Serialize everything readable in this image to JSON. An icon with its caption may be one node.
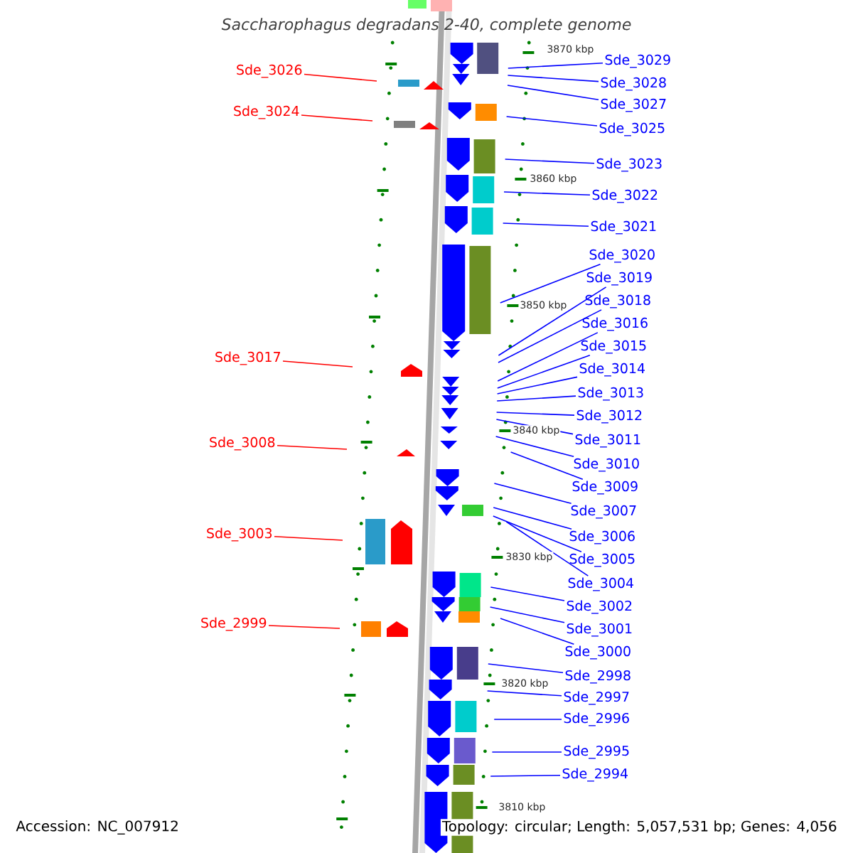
{
  "diagram": {
    "title": "Saccharophagus degradans 2-40, complete genome",
    "nodes": [
      {
        "text": [
          "Sde_3029"
        ]
      },
      {
        "text": [
          "Sde_3026"
        ]
      },
      {
        "text": [
          "Sde_3028"
        ]
      },
      {
        "text": [
          "Sde_3027"
        ]
      },
      {
        "text": [
          "Sde_3024"
        ]
      },
      {
        "text": [
          "Sde_3025"
        ]
      },
      {
        "text": [
          "Sde_3023"
        ]
      },
      {
        "text": [
          "Sde_3022"
        ]
      },
      {
        "text": [
          "Sde_3021"
        ]
      },
      {
        "text": [
          "Sde_3020"
        ]
      },
      {
        "text": [
          "Sde_3019"
        ]
      },
      {
        "text": [
          "Sde_3018"
        ]
      },
      {
        "text": [
          "Sde_3016"
        ]
      },
      {
        "text": [
          "Sde_3015"
        ]
      },
      {
        "text": [
          "Sde_3017"
        ]
      },
      {
        "text": [
          "Sde_3014"
        ]
      },
      {
        "text": [
          "Sde_3013"
        ]
      },
      {
        "text": [
          "Sde_3012"
        ]
      },
      {
        "text": [
          "Sde_3011"
        ]
      },
      {
        "text": [
          "Sde_3008"
        ]
      },
      {
        "text": [
          "Sde_3010"
        ]
      },
      {
        "text": [
          "Sde_3009"
        ]
      },
      {
        "text": [
          "Sde_3007"
        ]
      },
      {
        "text": [
          "Sde_3006"
        ]
      },
      {
        "text": [
          "Sde_3003"
        ]
      },
      {
        "text": [
          "Sde_3005"
        ]
      },
      {
        "text": [
          "Sde_3004"
        ]
      },
      {
        "text": [
          "Sde_3002"
        ]
      },
      {
        "text": [
          "Sde_3001"
        ]
      },
      {
        "text": [
          "Sde_2999"
        ]
      },
      {
        "text": [
          "Sde_3000"
        ]
      },
      {
        "text": [
          "Sde_2998"
        ]
      },
      {
        "text": [
          "Sde_2997"
        ]
      },
      {
        "text": [
          "Sde_2996"
        ]
      },
      {
        "text": [
          "Sde_2995"
        ]
      },
      {
        "text": [
          "Sde_2994"
        ]
      }
    ],
    "edges": [
      {
        "from": 0,
        "to": null,
        "arrow": "none"
      },
      {
        "from": 1,
        "to": null,
        "arrow": "none",
        "color": "#ff0000"
      },
      {
        "from": 2,
        "to": null,
        "arrow": "none"
      },
      {
        "from": 3,
        "to": null,
        "arrow": "none"
      },
      {
        "from": 4,
        "to": null,
        "arrow": "none",
        "color": "#ff0000"
      },
      {
        "from": 5,
        "to": null,
        "arrow": "none"
      },
      {
        "from": 6,
        "to": null,
        "arrow": "none"
      },
      {
        "from": 7,
        "to": null,
        "arrow": "none"
      },
      {
        "from": 8,
        "to": null,
        "arrow": "none"
      },
      {
        "from": 9,
        "to": null,
        "arrow": "none"
      },
      {
        "from": 10,
        "to": null,
        "arrow": "none"
      },
      {
        "from": 11,
        "to": null,
        "arrow": "none"
      },
      {
        "from": 12,
        "to": null,
        "arrow": "none"
      },
      {
        "from": 13,
        "to": null,
        "arrow": "none"
      },
      {
        "from": 14,
        "to": null,
        "arrow": "none",
        "color": "#ff0000"
      },
      {
        "from": 15,
        "to": null,
        "arrow": "none"
      },
      {
        "from": 16,
        "to": null,
        "arrow": "none"
      },
      {
        "from": 17,
        "to": null,
        "arrow": "none"
      },
      {
        "from": 18,
        "to": null,
        "arrow": "none"
      },
      {
        "from": 19,
        "to": null,
        "arrow": "none",
        "color": "#ff0000"
      },
      {
        "from": 20,
        "to": null,
        "arrow": "none"
      },
      {
        "from": 21,
        "to": null,
        "arrow": "none"
      },
      {
        "from": 22,
        "to": null,
        "arrow": "none"
      },
      {
        "from": 23,
        "to": null,
        "arrow": "none"
      },
      {
        "from": 24,
        "to": null,
        "arrow": "none",
        "color": "#ff0000"
      },
      {
        "from": 25,
        "to": null,
        "arrow": "none"
      },
      {
        "from": 26,
        "to": null,
        "arrow": "none"
      },
      {
        "from": 27,
        "to": null,
        "arrow": "none"
      },
      {
        "from": 28,
        "to": null,
        "arrow": "none"
      },
      {
        "from": 29,
        "to": null,
        "arrow": "none",
        "color": "#ff0000"
      },
      {
        "from": 30,
        "to": null,
        "arrow": "none"
      },
      {
        "from": 31,
        "to": null,
        "arrow": "none"
      },
      {
        "from": 32,
        "to": null,
        "arrow": "none"
      },
      {
        "from": 33,
        "to": null,
        "arrow": "none"
      },
      {
        "from": 34,
        "to": null,
        "arrow": "none"
      },
      {
        "from": 35,
        "to": null,
        "arrow": "none"
      }
    ],
    "labels": [
      "3870 kbp",
      "3860 kbp",
      "3850 kbp",
      "3840 kbp",
      "3830 kbp",
      "3820 kbp",
      "3810 kbp",
      "Accession: NC_007912",
      "Topology: circular; Length: 5,057,531 bp; Genes: 4,056"
    ]
  }
}
